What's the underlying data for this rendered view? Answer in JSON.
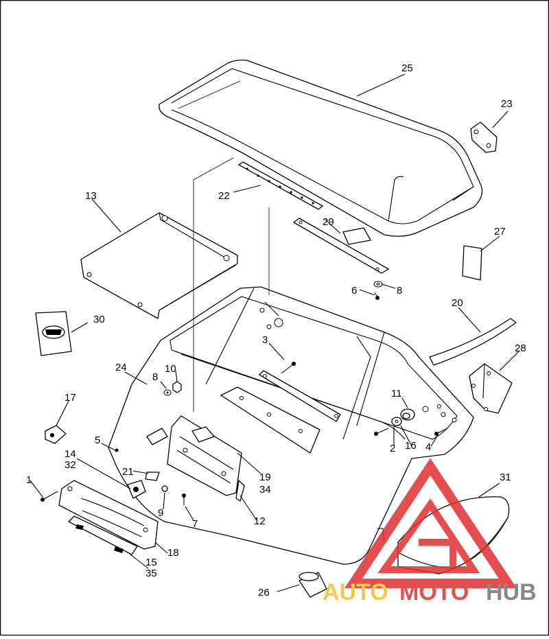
{
  "callouts": [
    "1",
    "2",
    "3",
    "4",
    "5",
    "6",
    "7",
    "8",
    "8",
    "9",
    "10",
    "11",
    "12",
    "13",
    "14",
    "32",
    "15",
    "35",
    "16",
    "17",
    "18",
    "19",
    "34",
    "20",
    "21",
    "22",
    "23",
    "24",
    "25",
    "26",
    "27",
    "28",
    "29",
    "30",
    "31"
  ],
  "watermark": {
    "auto": "AUTO",
    "moto": "MOTO",
    "hub": "HUB",
    "colors": {
      "auto": "#f2c94c",
      "moto": "#e05050",
      "hub": "#888888",
      "logo": "#e03030"
    }
  },
  "colors": {
    "line": "#000000",
    "background": "#ffffff"
  }
}
